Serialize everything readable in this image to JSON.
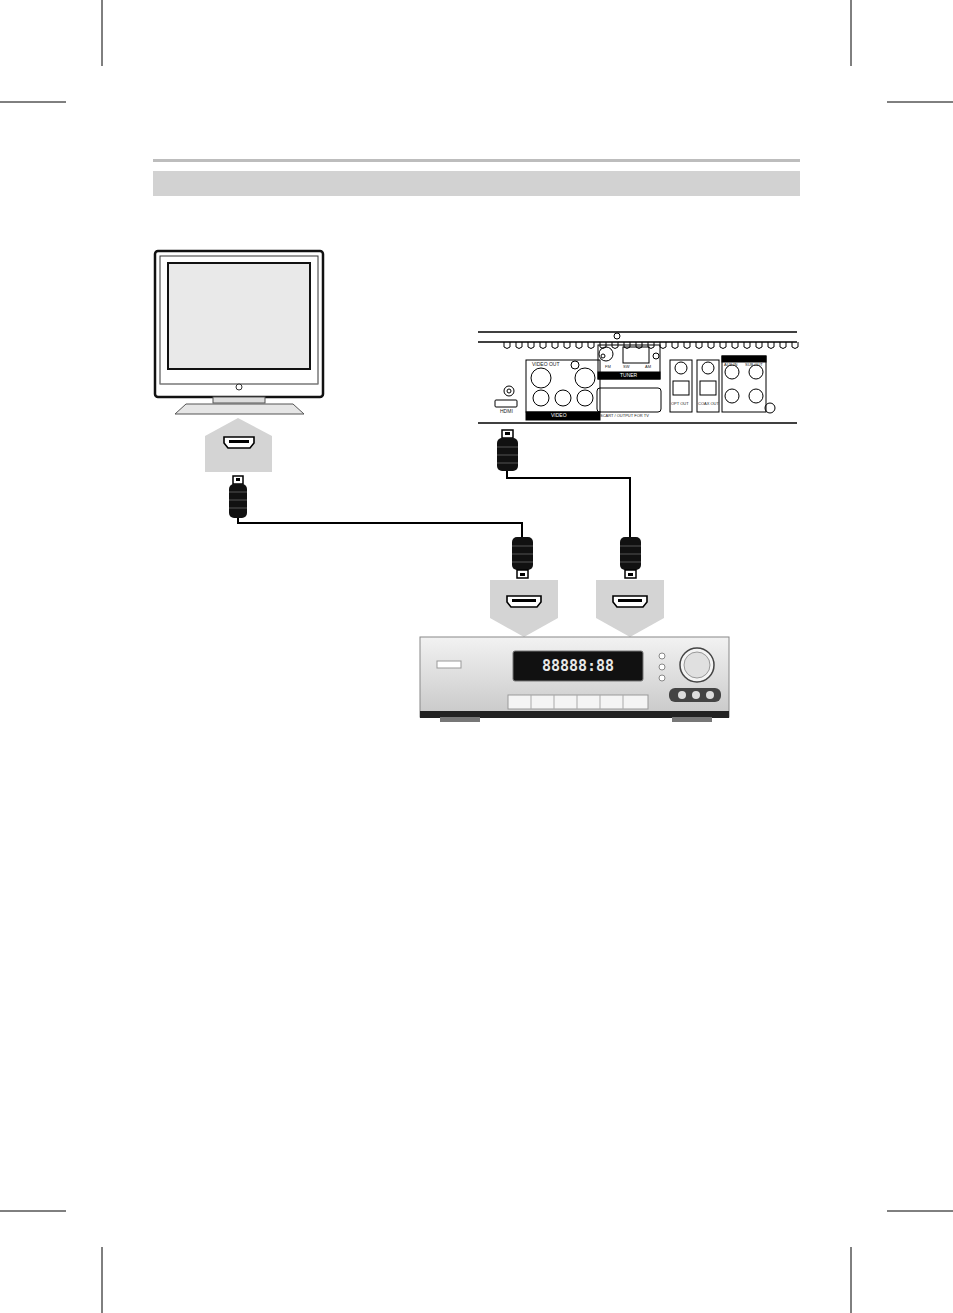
{
  "diagram": {
    "labels": [
      "VIDEO OUT",
      "HDMI",
      "VIDEO",
      "TUNER",
      "FM",
      "SW",
      "AM",
      "SCART / OUTPUT FOR TV",
      "OPT OUT",
      "COAX OUT",
      "AUX IN",
      "SUB OUT",
      "88888:88"
    ]
  }
}
